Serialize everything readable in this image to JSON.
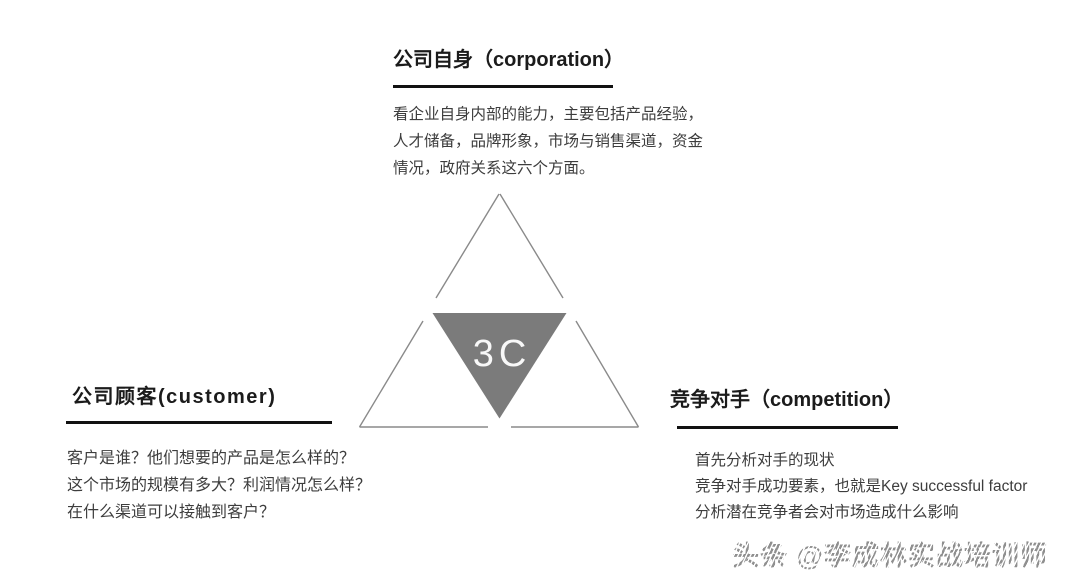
{
  "corporation": {
    "title": "公司自身（corporation）",
    "description_lines": [
      "看企业自身内部的能力，主要包括产品经验，",
      "人才储备，品牌形象，市场与销售渠道，资金",
      "情况，政府关系这六个方面。"
    ]
  },
  "customer": {
    "title": "公司顾客(customer)",
    "description_lines": [
      "客户是谁？他们想要的产品是怎么样的？",
      "这个市场的规模有多大？利润情况怎么样？",
      "在什么渠道可以接触到客户？"
    ]
  },
  "competition": {
    "title": "竞争对手（competition）",
    "description_lines": [
      "首先分析对手的现状",
      "竞争对手成功要素，也就是Key successful factor",
      "分析潜在竞争者会对市场造成什么影响"
    ]
  },
  "triangle": {
    "label": "3C",
    "fill_color": "#7b7b7b",
    "outline_color": "#8a8a8a",
    "label_color": "#f8f8f8"
  },
  "watermark": {
    "text": "头条 @李成林实战培训师"
  },
  "colors": {
    "background": "#ffffff",
    "title_text": "#1b1b1b",
    "underline": "#111111",
    "body_text": "#3d3d3d"
  }
}
